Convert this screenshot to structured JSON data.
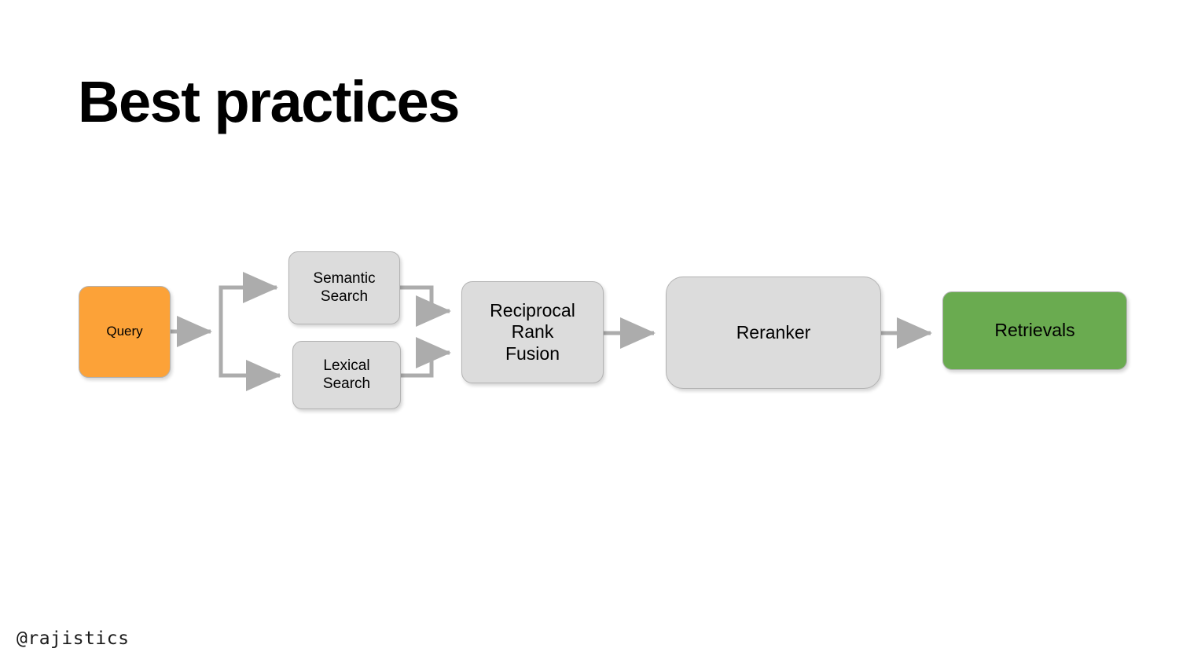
{
  "slide": {
    "title": "Best practices",
    "watermark": "@rajistics",
    "background_color": "#ffffff"
  },
  "colors": {
    "orange": "#fca238",
    "green": "#6aab50",
    "grey_fill": "#dcdcdc",
    "node_border": "#b3b3b3",
    "connector": "#acacac",
    "text": "#000000"
  },
  "diagram": {
    "name": "hybrid-retrieval-pipeline",
    "nodes": [
      {
        "id": "query",
        "label": "Query",
        "color": "#fca238"
      },
      {
        "id": "semantic-search",
        "label": "Semantic\nSearch",
        "line1": "Semantic",
        "line2": "Search",
        "color": "#dcdcdc"
      },
      {
        "id": "lexical-search",
        "label": "Lexical\nSearch",
        "line1": "Lexical",
        "line2": "Search",
        "color": "#dcdcdc"
      },
      {
        "id": "rrf",
        "label": "Reciprocal Rank Fusion",
        "line1": "Reciprocal",
        "line2": "Rank",
        "line3": "Fusion",
        "color": "#dcdcdc"
      },
      {
        "id": "reranker",
        "label": "Reranker",
        "color": "#dcdcdc"
      },
      {
        "id": "retrievals",
        "label": "Retrievals",
        "color": "#6aab50"
      }
    ],
    "edges": [
      {
        "from": "query",
        "to": "semantic-search"
      },
      {
        "from": "query",
        "to": "lexical-search"
      },
      {
        "from": "semantic-search",
        "to": "rrf"
      },
      {
        "from": "lexical-search",
        "to": "rrf"
      },
      {
        "from": "rrf",
        "to": "reranker"
      },
      {
        "from": "reranker",
        "to": "retrievals"
      }
    ]
  }
}
